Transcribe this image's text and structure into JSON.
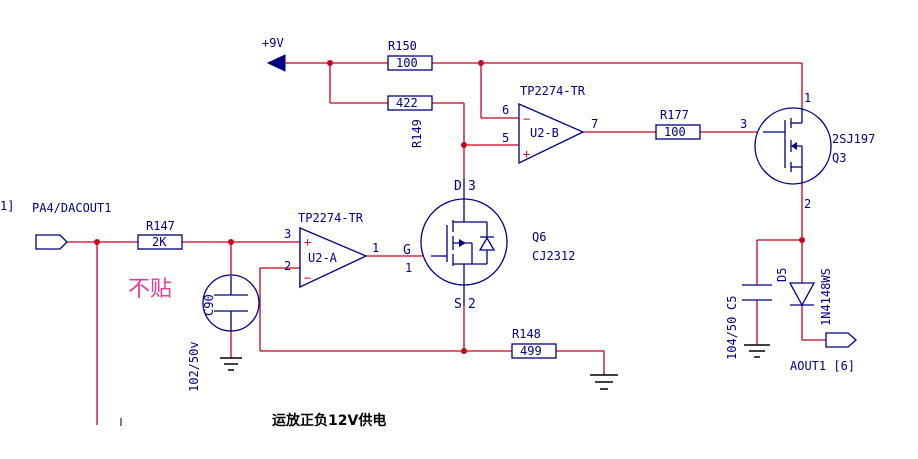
{
  "supply": {
    "label": "+9V"
  },
  "net_in": {
    "ref": "1]",
    "label": "PA4/DACOUT1"
  },
  "r150": {
    "ref": "R150",
    "value": "100"
  },
  "r149": {
    "ref": "R149",
    "value": "422"
  },
  "r147": {
    "ref": "R147",
    "value": "2K"
  },
  "r177": {
    "ref": "R177",
    "value": "100"
  },
  "r148": {
    "ref": "R148",
    "value": "499"
  },
  "u2a": {
    "part": "TP2274-TR",
    "ref": "U2-A",
    "pin_plus": "3",
    "pin_minus": "2",
    "pin_out": "1",
    "plus_sign": "+",
    "minus_sign": "−"
  },
  "u2b": {
    "part": "TP2274-TR",
    "ref": "U2-B",
    "pin_minus": "6",
    "pin_plus": "5",
    "pin_out": "7",
    "plus_sign": "+",
    "minus_sign": "−"
  },
  "q6": {
    "ref": "Q6",
    "part": "CJ2312",
    "drain_label": "D",
    "drain_pin": "3",
    "gate_label": "G",
    "gate_pin": "1",
    "source_label": "S",
    "source_pin": "2"
  },
  "q3": {
    "ref": "Q3",
    "part": "2SJ197",
    "pin1": "1",
    "pin2": "2",
    "pin3": "3"
  },
  "c90": {
    "ref": "C90",
    "value": "102/50v"
  },
  "c5": {
    "ref": "C5",
    "value": "104/50"
  },
  "d5": {
    "ref": "D5",
    "part": "1N4148WS"
  },
  "net_out": {
    "label": "AOUT1 [6]"
  },
  "note_no_fit": "不贴",
  "note_supply": "运放正负12V供电"
}
